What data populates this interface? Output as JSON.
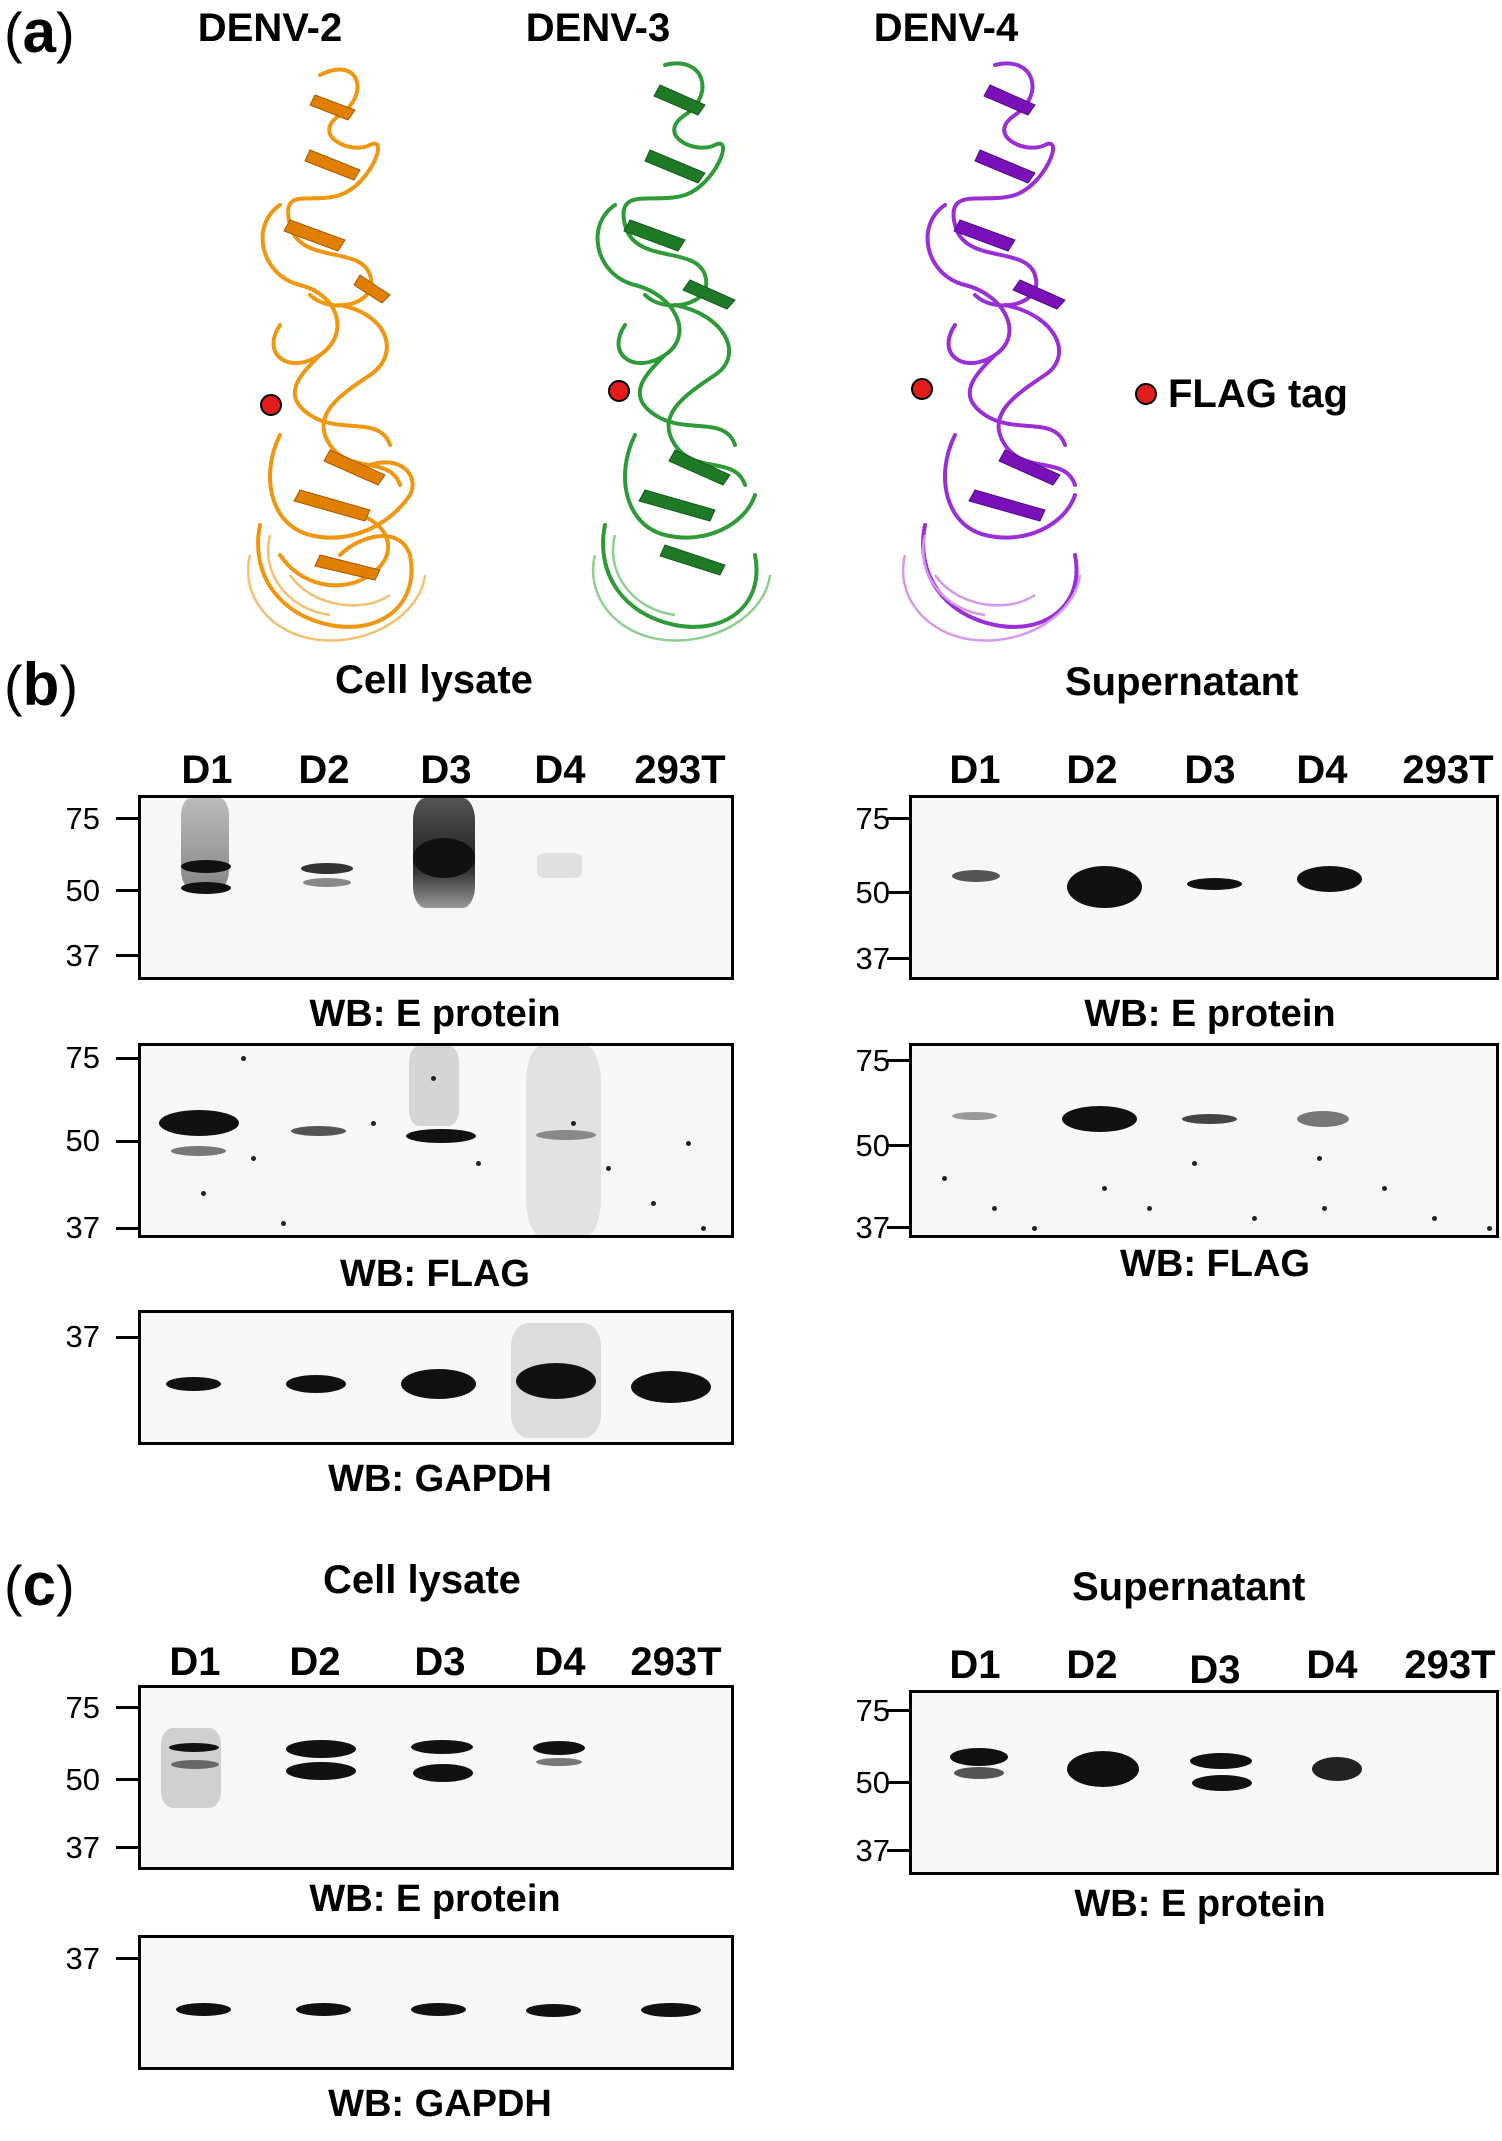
{
  "panel_a": {
    "label_open": "(",
    "label_letter": "a",
    "label_close": ")",
    "structures": [
      {
        "name": "DENV-2",
        "color": "#f0960f"
      },
      {
        "name": "DENV-3",
        "color": "#2f9a38"
      },
      {
        "name": "DENV-4",
        "color": "#9a2fd6"
      }
    ],
    "legend_text": "FLAG tag",
    "legend_color": "#e21b1b"
  },
  "panel_b": {
    "label_letter": "b",
    "left_title": "Cell lysate",
    "right_title": "Supernatant",
    "lanes": [
      "D1",
      "D2",
      "D3",
      "D4",
      "293T"
    ],
    "mw_e": [
      "75",
      "50",
      "37"
    ],
    "mw_gapdh": [
      "37"
    ],
    "wb_e": "WB: E protein",
    "wb_flag": "WB: FLAG",
    "wb_gapdh": "WB: GAPDH"
  },
  "panel_c": {
    "label_letter": "c",
    "left_title": "Cell lysate",
    "right_title": "Supernatant",
    "lanes": [
      "D1",
      "D2",
      "D3",
      "D4",
      "293T"
    ],
    "mw_e": [
      "75",
      "50",
      "37"
    ],
    "mw_gapdh": [
      "37"
    ],
    "wb_e": "WB: E protein",
    "wb_gapdh": "WB: GAPDH"
  }
}
